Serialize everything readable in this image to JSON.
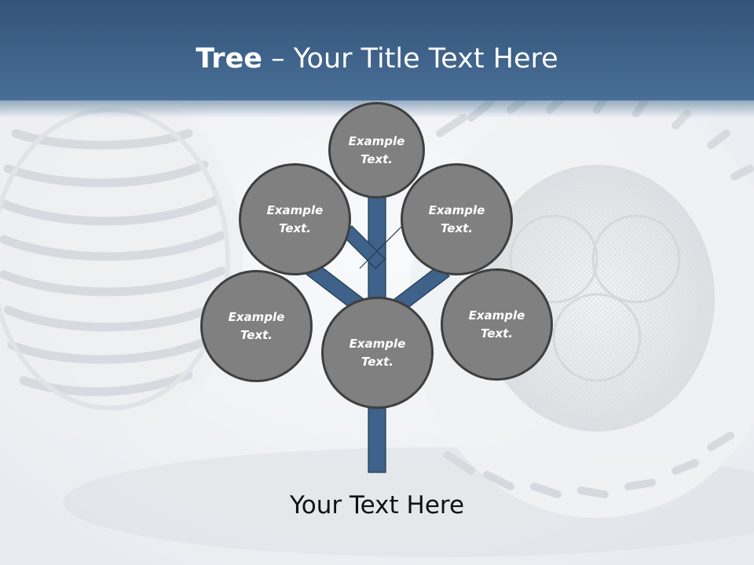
{
  "slide": {
    "title_bold": "Tree",
    "title_rest": " – Your Title Text Here",
    "footer": "Your Text Here"
  },
  "nodes": [
    {
      "id": "top",
      "text": "Example\nText."
    },
    {
      "id": "upper-left",
      "text": "Example\nText."
    },
    {
      "id": "upper-right",
      "text": "Example\nText."
    },
    {
      "id": "lower-left",
      "text": "Example\nText."
    },
    {
      "id": "center",
      "text": "Example\nText."
    },
    {
      "id": "lower-right",
      "text": "Example\nText."
    }
  ],
  "colors": {
    "header": "#3e6289",
    "branch": "#3e6289",
    "node_fill": "#808080",
    "node_border": "#3f3f3f"
  },
  "icons": {
    "background": "led-bulb-photo"
  }
}
